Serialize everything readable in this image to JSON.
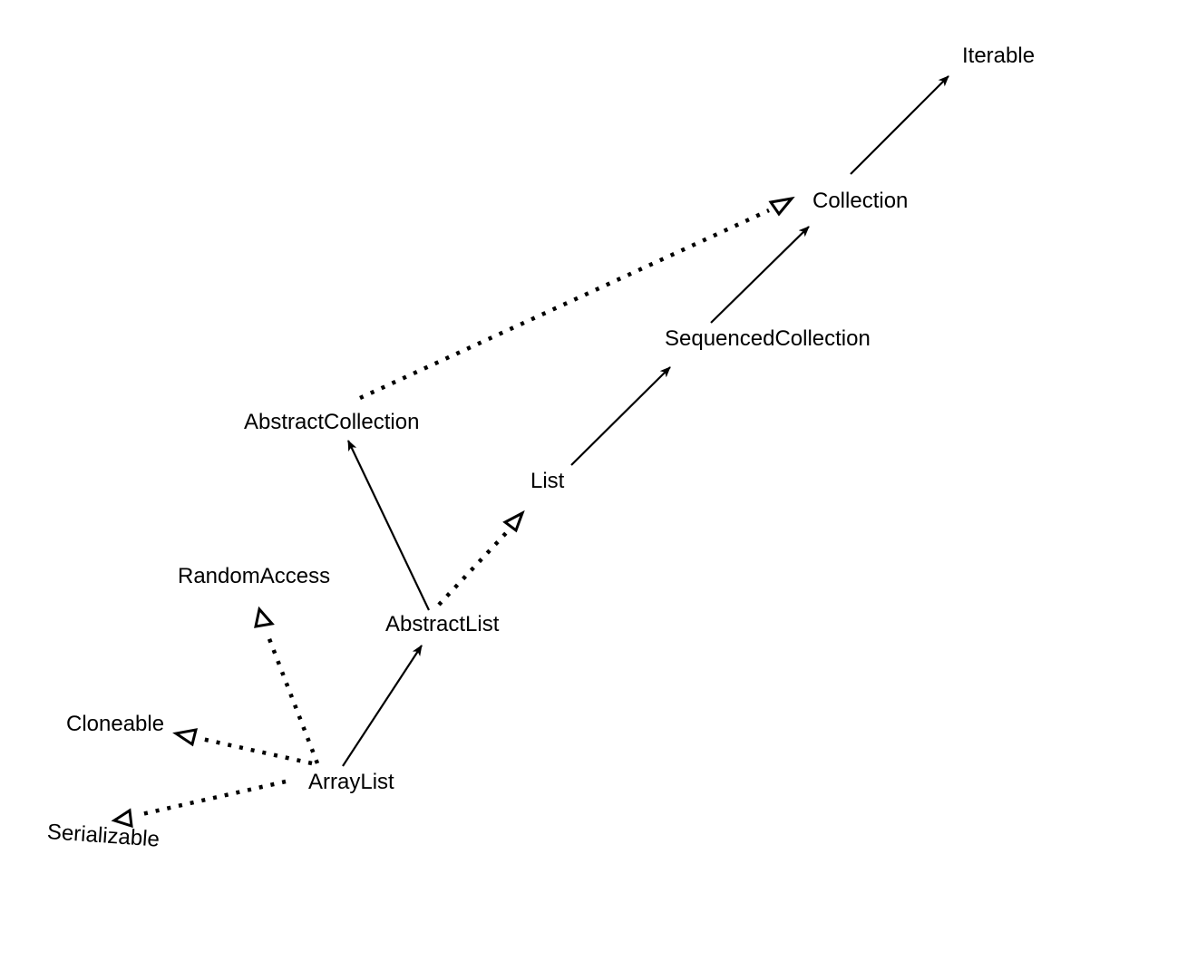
{
  "diagram": {
    "nodes": {
      "iterable": "Iterable",
      "collection": "Collection",
      "sequenced_collection": "SequencedCollection",
      "abstract_collection": "AbstractCollection",
      "list": "List",
      "random_access": "RandomAccess",
      "abstract_list": "AbstractList",
      "cloneable": "Cloneable",
      "array_list": "ArrayList",
      "serializable": "Serializable"
    },
    "edges": [
      {
        "from": "array_list",
        "to": "abstract_list",
        "kind": "extends"
      },
      {
        "from": "abstract_list",
        "to": "abstract_collection",
        "kind": "extends"
      },
      {
        "from": "list",
        "to": "sequenced_collection",
        "kind": "extends"
      },
      {
        "from": "sequenced_collection",
        "to": "collection",
        "kind": "extends"
      },
      {
        "from": "collection",
        "to": "iterable",
        "kind": "extends"
      },
      {
        "from": "abstract_collection",
        "to": "collection",
        "kind": "implements"
      },
      {
        "from": "abstract_list",
        "to": "list",
        "kind": "implements"
      },
      {
        "from": "array_list",
        "to": "random_access",
        "kind": "implements"
      },
      {
        "from": "array_list",
        "to": "cloneable",
        "kind": "implements"
      },
      {
        "from": "array_list",
        "to": "serializable",
        "kind": "implements"
      }
    ],
    "colors": {
      "line": "#000000",
      "text": "#000000",
      "background": "#ffffff"
    }
  }
}
